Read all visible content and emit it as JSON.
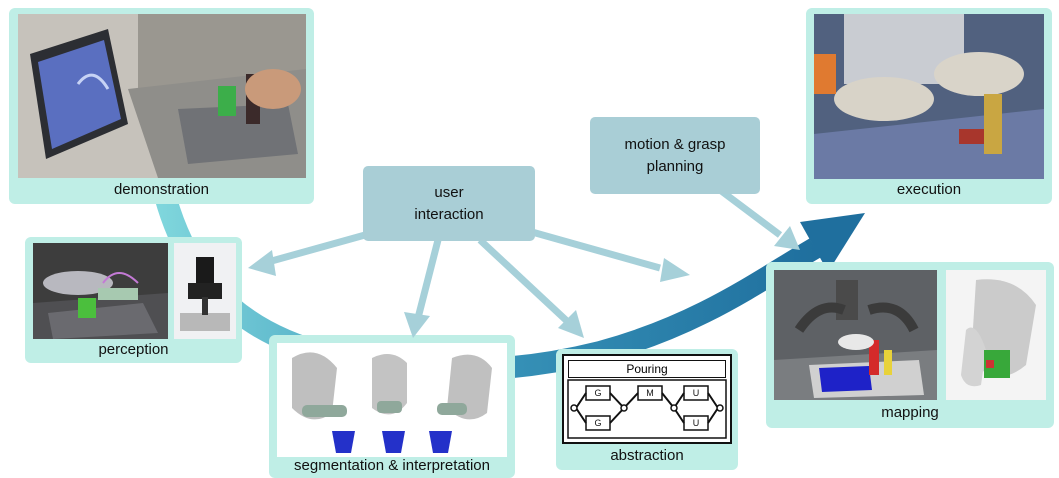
{
  "panels": {
    "demonstration": {
      "caption": "demonstration"
    },
    "execution": {
      "caption": "execution"
    },
    "perception": {
      "caption": "perception"
    },
    "segmentation": {
      "caption": "segmentation & interpretation"
    },
    "abstraction": {
      "caption": "abstraction",
      "header": "Pouring"
    },
    "mapping": {
      "caption": "mapping"
    }
  },
  "boxes": {
    "user_interaction": {
      "line1": "user",
      "line2": "interaction"
    },
    "motion_planning": {
      "line1": "motion & grasp",
      "line2": "planning"
    }
  },
  "abstraction_nodes": [
    "G",
    "G",
    "M",
    "U",
    "U"
  ],
  "colors": {
    "panel_bg": "#bfeee6",
    "main_arrow": "#2f86ad",
    "side_arrow": "#a6d0d9",
    "box_bg": "#a9ced6"
  }
}
